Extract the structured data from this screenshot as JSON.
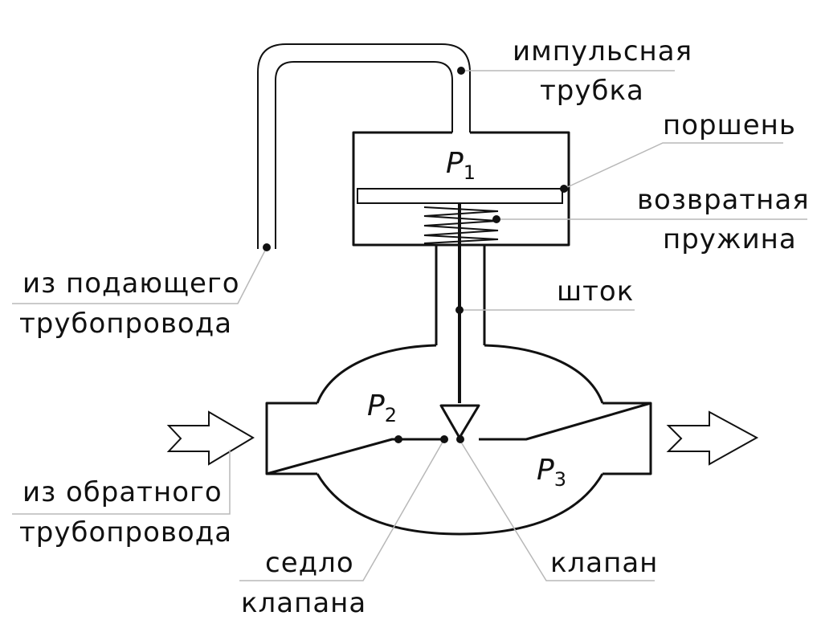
{
  "labels": {
    "impulse_tube_line1": "импульсная",
    "impulse_tube_line2": "трубка",
    "piston": "поршень",
    "return_spring_line1": "возвратная",
    "return_spring_line2": "пружина",
    "stem": "шток",
    "supply_line1": "из подающего",
    "supply_line2": "трубопровода",
    "return_line1": "из обратного",
    "return_line2": "трубопровода",
    "seat_line1": "седло",
    "seat_line2": "клапана",
    "valve": "клапан"
  },
  "pressures": {
    "p1": {
      "symbol": "P",
      "sub": "1"
    },
    "p2": {
      "symbol": "P",
      "sub": "2"
    },
    "p3": {
      "symbol": "P",
      "sub": "3"
    }
  }
}
